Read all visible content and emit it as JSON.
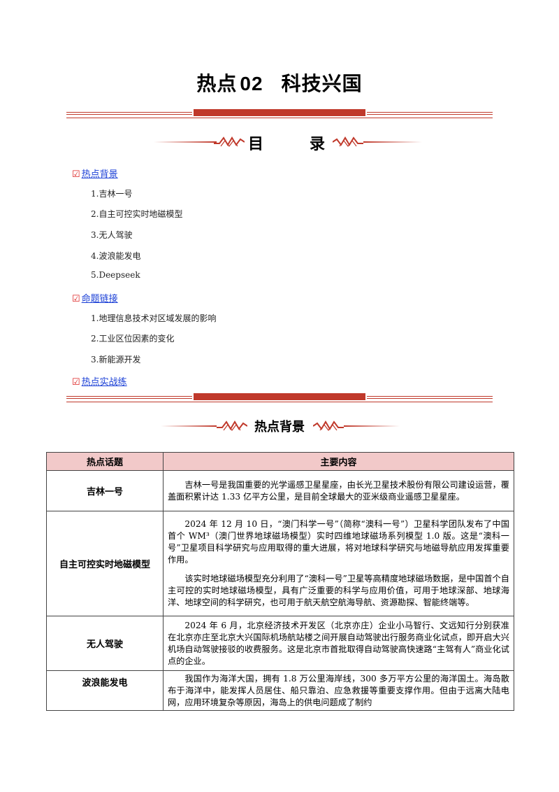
{
  "title": {
    "prefix": "热点",
    "number": "02",
    "suffix": "科技兴国"
  },
  "toc_heading": "目　　　录",
  "toc": [
    {
      "label": "热点背景",
      "items": [
        "1.吉林一号",
        "2.自主可控实时地磁模型",
        "3.无人驾驶",
        "4.波浪能发电",
        "5.Deepseek"
      ]
    },
    {
      "label": "命题链接",
      "items": [
        "1.地理信息技术对区域发展的影响",
        "2.工业区位因素的变化",
        "3.新能源开发"
      ]
    },
    {
      "label": "热点实战练",
      "items": []
    }
  ],
  "section_heading": "热点背景",
  "table": {
    "headers": [
      "热点话题",
      "主要内容"
    ],
    "rows": [
      {
        "topic": "吉林一号",
        "paragraphs": [
          "吉林一号是我国重要的光学遥感卫星星座，由长光卫星技术股份有限公司建设运营，覆盖面积累计达 1.33 亿平方公里，是目前全球最大的亚米级商业遥感卫星星座。"
        ]
      },
      {
        "topic": "自主可控实时地磁模型",
        "paragraphs": [
          "2024 年 12 月 10 日，“澳门科学一号”（简称“澳科一号”）卫星科学团队发布了中国首个 WM³（澳门世界地球磁场模型）实时四维地球磁场系列模型 1.0 版。这是“澳科一号”卫星项目科学研究与应用取得的重大进展，将对地球科学研究与地磁导航应用发挥重要作用。",
          "该实时地球磁场模型充分利用了“澳科一号”卫星等高精度地球磁场数据，是中国首个自主可控的实时地球磁场模型，具有广泛重要的科学与应用价值，可用于地球深部、地球海洋、地球空间的科学研究，也可用于航天航空航海导航、资源勘探、智能终端等。"
        ]
      },
      {
        "topic": "无人驾驶",
        "paragraphs": [
          "2024 年 6 月，北京经济技术开发区（北京亦庄）企业小马智行、文远知行分别获准在北京亦庄至北京大兴国际机场航站楼之间开展自动驾驶出行服务商业化试点，即开启大兴机场自动驾驶接驳的收费服务。这是北京市首批取得自动驾驶高快速路“主驾有人”商业化试点的企业。"
        ]
      },
      {
        "topic": "波浪能发电",
        "paragraphs": [
          "我国作为海洋大国，拥有 1.8 万公里海岸线，300 多万平方公里的海洋国土。海岛散布于海洋中，能发挥人员居住、船只靠泊、应急救援等重要支撑作用。但由于远离大陆电网，应用环境复杂等原因，海岛上的供电问题成了制约"
        ]
      }
    ]
  },
  "colors": {
    "accent": "#c0392b",
    "header_bg": "#f2c9c9",
    "link": "#1a3fd6"
  }
}
